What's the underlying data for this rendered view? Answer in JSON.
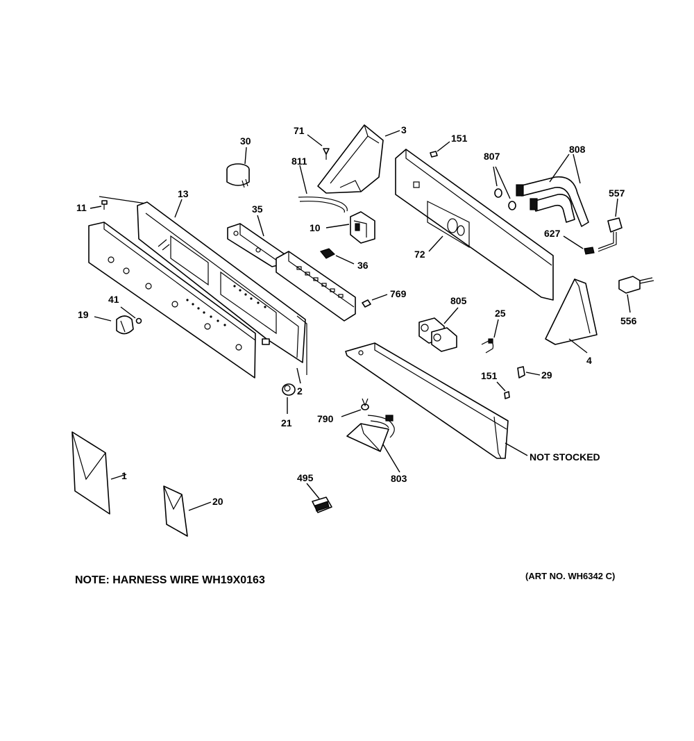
{
  "labels": {
    "l1": "1",
    "l2": "2",
    "l3": "3",
    "l4": "4",
    "l10": "10",
    "l11": "11",
    "l13": "13",
    "l19": "19",
    "l20": "20",
    "l21": "21",
    "l25": "25",
    "l29": "29",
    "l30": "30",
    "l35": "35",
    "l36": "36",
    "l41": "41",
    "l71": "71",
    "l72": "72",
    "l151a": "151",
    "l151b": "151",
    "l495": "495",
    "l556": "556",
    "l557": "557",
    "l627": "627",
    "l769": "769",
    "l790": "790",
    "l803": "803",
    "l805": "805",
    "l807": "807",
    "l808": "808",
    "l811": "811",
    "not_stocked": "NOT STOCKED"
  },
  "note": "NOTE: HARNESS WIRE WH19X0163",
  "art_no": "(ART NO. WH6342 C)",
  "colors": {
    "ink": "#000000",
    "paper": "#ffffff"
  }
}
